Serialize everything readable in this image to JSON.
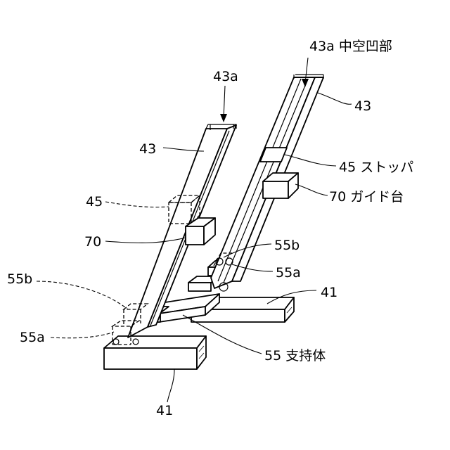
{
  "labels": {
    "hollow_recess_right": "43a 中空凹部",
    "hollow_recess_left": "43a",
    "rail_right": "43",
    "rail_left": "43",
    "stopper_right": "45 ストッパ",
    "stopper_left": "45",
    "guide_right": "70 ガイド台",
    "guide_left": "70",
    "pin_b_right": "55b",
    "pin_a_right": "55a",
    "pin_b_left": "55b",
    "pin_a_left": "55a",
    "base_right": "41",
    "base_left": "41",
    "support": "55 支持体"
  }
}
